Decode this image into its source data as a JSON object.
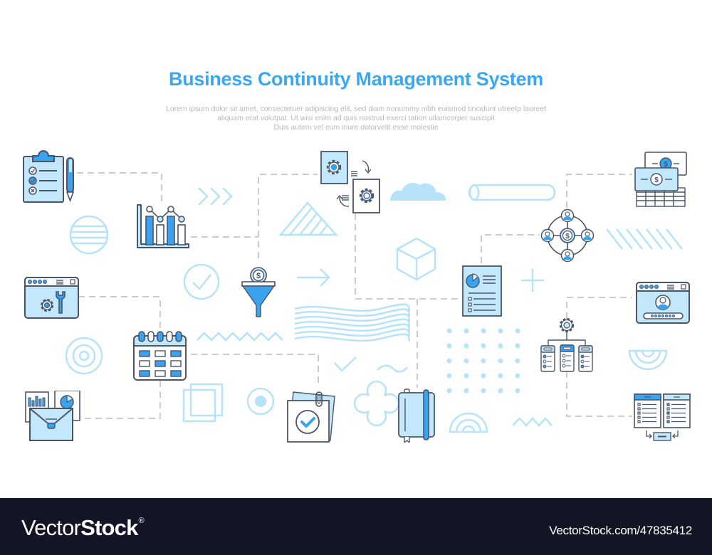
{
  "header": {
    "title": "Business Continuity Management System",
    "subtitle_lines": [
      "Lorem ipsum dolor sit amet, consectetuer adipiscing elit, sed diam nonummy nibh euismod tincidunt utreetp laoreet",
      "aliquam erat volutpat. Ut wisi enim ad  quis nostrud exerci tation ullamcorper suscipit",
      "Duis autem vel eum iriure dolorvelit esse molestie"
    ]
  },
  "colors": {
    "title_blue": "#3aa8ef",
    "icon_fill_light": "#c4e8fb",
    "icon_fill_accent": "#3aa3f0",
    "icon_stroke": "#4a5568",
    "decor_light": "#b6e3fa",
    "dash_gray": "#cccccc",
    "footer_bg": "#131524"
  },
  "icons": [
    {
      "name": "clipboard-checklist-icon",
      "position": "left-top"
    },
    {
      "name": "bar-line-chart-icon",
      "position": "left-upper-middle"
    },
    {
      "name": "browser-settings-wrench-icon",
      "position": "left-middle"
    },
    {
      "name": "calendar-icon",
      "position": "left-lower-middle"
    },
    {
      "name": "report-envelope-icon",
      "position": "left-bottom"
    },
    {
      "name": "gear-documents-exchange-icon",
      "position": "center-top"
    },
    {
      "name": "money-funnel-icon",
      "position": "center-middle"
    },
    {
      "name": "approved-notes-icon",
      "position": "center-bottom"
    },
    {
      "name": "notebook-icon",
      "position": "center-bottom-right"
    },
    {
      "name": "pie-chart-report-icon",
      "position": "center-right"
    },
    {
      "name": "money-network-icon",
      "position": "right-upper"
    },
    {
      "name": "money-bills-icon",
      "position": "right-top"
    },
    {
      "name": "browser-user-login-icon",
      "position": "right-middle"
    },
    {
      "name": "server-hierarchy-icon",
      "position": "right-lower-middle"
    },
    {
      "name": "documents-compare-icon",
      "position": "right-bottom"
    }
  ],
  "footer": {
    "brand_light": "Vector",
    "brand_bold": "Stock",
    "brand_mark": "®",
    "url": "VectorStock.com/47835412"
  }
}
